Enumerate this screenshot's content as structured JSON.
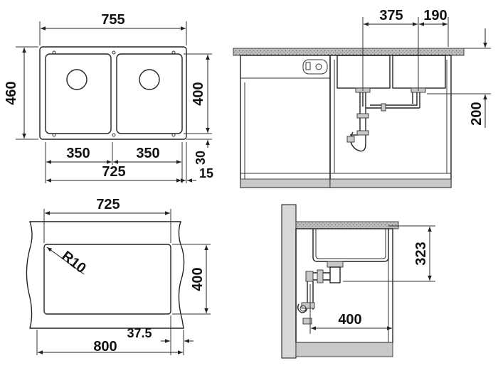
{
  "top_view": {
    "overall_width": "755",
    "overall_height": "460",
    "bowl_height": "400",
    "bowl_left_width": "350",
    "bowl_right_width": "350",
    "bowl_span": "725",
    "edge_30": "30",
    "edge_15": "15"
  },
  "cabinet_view": {
    "dim_375": "375",
    "dim_190": "190",
    "dim_200": "200"
  },
  "cutout_view": {
    "width": "725",
    "height": "400",
    "radius": "R10",
    "offset": "37.5",
    "cabinet_width": "800"
  },
  "section_view": {
    "depth": "323",
    "drain_distance": "400"
  },
  "colors": {
    "line": "#222222",
    "fill_gray": "#c9c9c9",
    "background": "#ffffff"
  }
}
